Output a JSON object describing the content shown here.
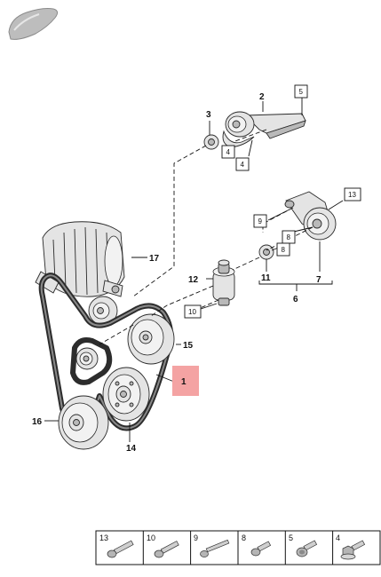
{
  "callouts": {
    "c1": "1",
    "c2": "2",
    "c3": "3",
    "c6": "6",
    "c7": "7",
    "c11": "11",
    "c12": "12",
    "c14": "14",
    "c15": "15",
    "c16": "16",
    "c17": "17"
  },
  "boxed_refs": {
    "b5": "5",
    "b4a": "4",
    "b4b": "4",
    "b13": "13",
    "b9": "9",
    "b8a": "8",
    "b8b": "8",
    "b10": "10"
  },
  "legend": [
    {
      "num": "13"
    },
    {
      "num": "10"
    },
    {
      "num": "9"
    },
    {
      "num": "8"
    },
    {
      "num": "5"
    },
    {
      "num": "4"
    }
  ],
  "colors": {
    "highlight": "#f4a3a3",
    "line": "#111111"
  }
}
